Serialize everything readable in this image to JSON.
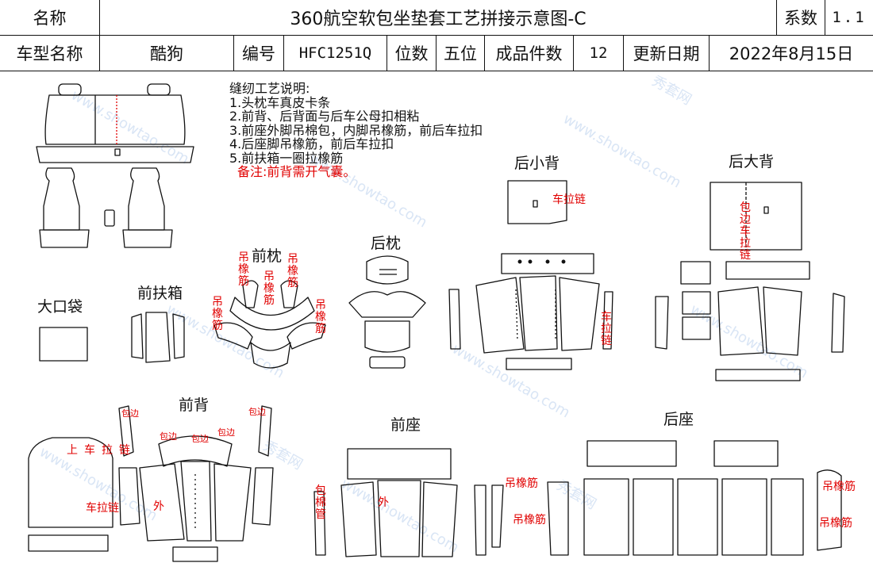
{
  "header": {
    "name_label": "名称",
    "doc_title": "360航空软包坐垫套工艺拼接示意图-C",
    "coef_label": "系数",
    "coef_value": "1.1",
    "model_label": "车型名称",
    "model_value": "酷狗",
    "code_label": "编号",
    "code_value": "HFC1251Q",
    "seats_label": "位数",
    "seats_value": "五位",
    "pieces_label": "成品件数",
    "pieces_value": "12",
    "date_label": "更新日期",
    "date_value": "2022年8月15日"
  },
  "notes": {
    "heading": "缝纫工艺说明:",
    "items": [
      "1.头枕车真皮卡条",
      "2.前背、后背面与后车公母扣相粘",
      "3.前座外脚吊棉包，内脚吊橡筋，前后车拉扣",
      "4.后座脚吊橡筋，前后车拉扣",
      "5.前扶箱一圈拉橡筋"
    ],
    "remark": "备注:前背需开气囊。"
  },
  "sections": {
    "big_pocket": "大口袋",
    "front_armrest": "前扶箱",
    "front_headrest": "前枕",
    "rear_headrest": "后枕",
    "rear_small_back": "后小背",
    "rear_big_back": "后大背",
    "front_back": "前背",
    "front_seat": "前座",
    "rear_seat": "后座"
  },
  "annotations": {
    "diao_xiangjin": "吊橡筋",
    "che_lalian": "车拉链",
    "baobian_che_lalian": "包边车拉链",
    "baobian": "包边",
    "shang_che_lalian": "上车拉链",
    "wai": "外",
    "bao_mianguan": "包棉管"
  },
  "watermark": {
    "text_a": "www.showtao.com",
    "text_b": "秀套网"
  },
  "colors": {
    "line": "#111111",
    "annotation_red": "#e10000",
    "watermark": "#a8c4ea"
  }
}
